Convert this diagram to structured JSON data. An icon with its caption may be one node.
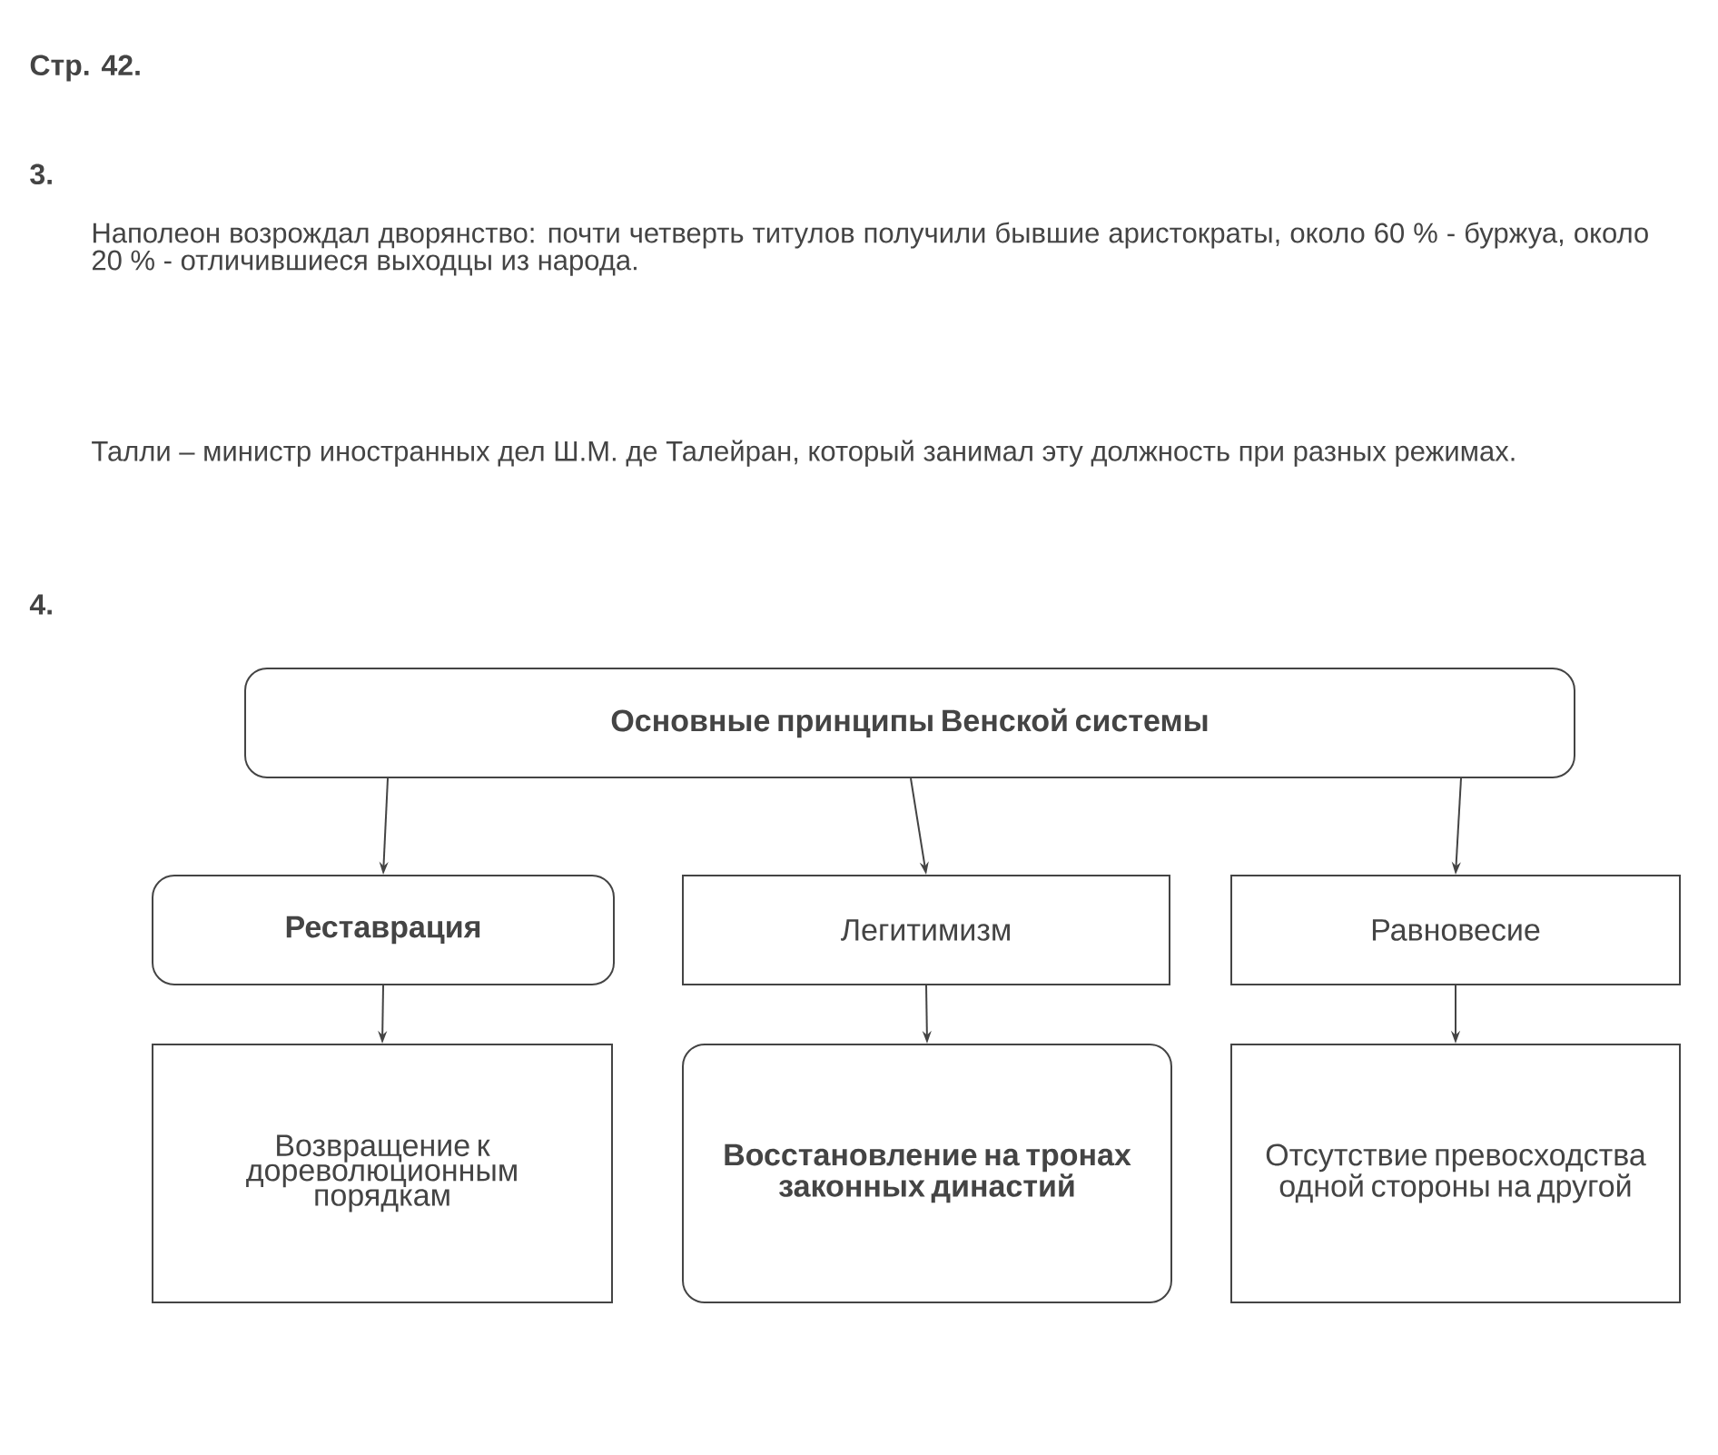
{
  "diagram": {
    "nodes": [
      {
        "text": [
          "Основные принципы Венской системы"
        ]
      },
      {
        "text": [
          "Реставрация"
        ]
      },
      {
        "text": [
          "Легитимизм"
        ]
      },
      {
        "text": [
          "Равновесие"
        ]
      },
      {
        "text": [
          "Возвращение к дореволюционным порядкам"
        ]
      },
      {
        "text": [
          "Восстановление на тронах законных династий"
        ]
      },
      {
        "text": [
          "Отсутствие превосходства одной стороны на другой"
        ]
      }
    ],
    "edges": [
      {
        "from": 0,
        "to": 1,
        "arrow": "to"
      },
      {
        "from": 0,
        "to": 2,
        "arrow": "to"
      },
      {
        "from": 0,
        "to": 3,
        "arrow": "to"
      },
      {
        "from": 1,
        "to": 4,
        "arrow": "to"
      },
      {
        "from": 2,
        "to": 5,
        "arrow": "to"
      },
      {
        "from": 3,
        "to": 6,
        "arrow": "to"
      }
    ],
    "labels": [
      "Стр. 42.",
      "3.",
      "Наполеон возрождал дворянство: почти четверть титулов получили бывшие аристократы, около 60 % - буржуа, около 20 % - отличившиеся выходцы из народа.",
      "Талли – министр иностранных дел Ш.М. де Талейран, который занимал эту должность при разных режимах.",
      "4."
    ]
  }
}
